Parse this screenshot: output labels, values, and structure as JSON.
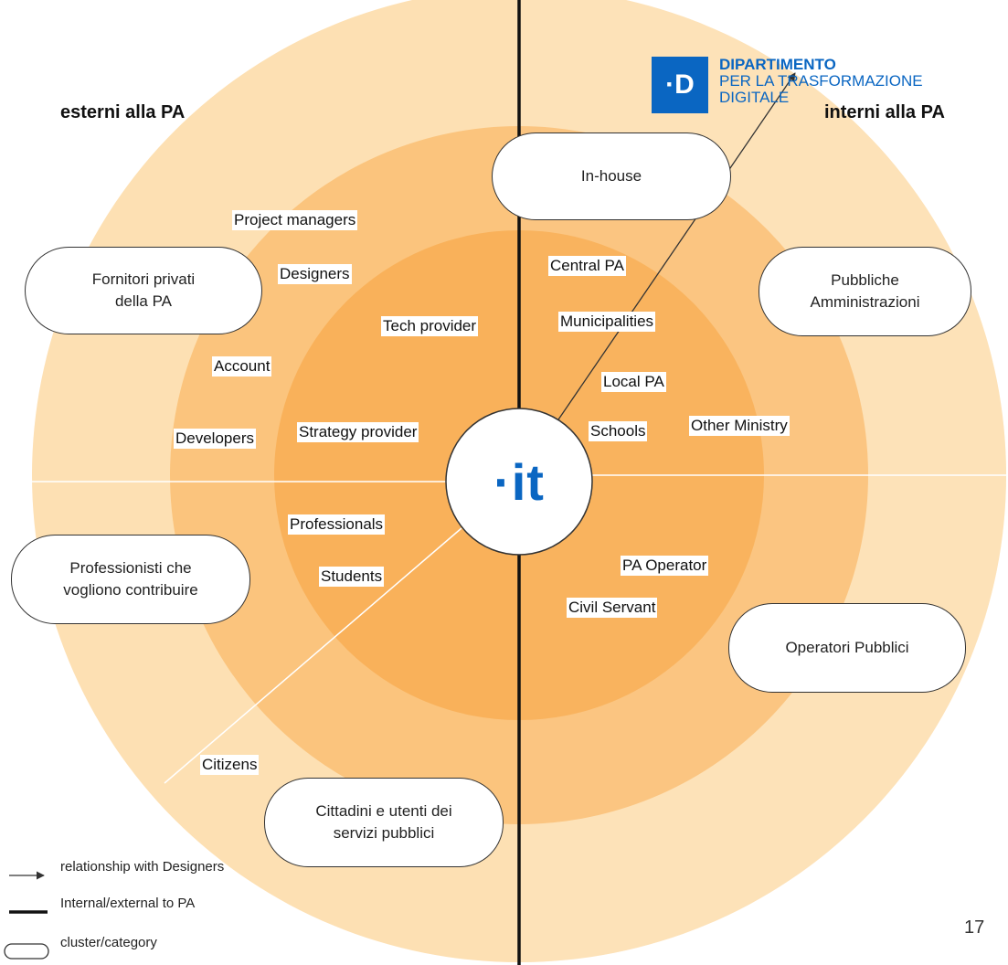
{
  "header": {
    "left_side": "esterni alla PA",
    "right_side": "interni alla  PA",
    "logo": {
      "mark": "·D",
      "line1": "DIPARTIMENTO",
      "line2": "PER LA TRASFORMAZIONE",
      "line3": "DIGITALE"
    }
  },
  "center": {
    "label": "·it",
    "color": "#0a66c2"
  },
  "colors": {
    "ring_outer": "#fde0b3",
    "ring_middle": "#fbc47d",
    "ring_inner": "#f9b15a",
    "core": "#f8a43f"
  },
  "clusters": {
    "inhouse": "In-house",
    "fornitori": "Fornitori privati\ndella PA",
    "pubbliche": "Pubbliche\nAmministrazioni",
    "professionisti": "Professionisti che\nvogliono contribuire",
    "operatori": "Operatori Pubblici",
    "cittadini": "Cittadini e utenti dei\nservizi pubblici"
  },
  "actors": {
    "project_managers": "Project managers",
    "designers": "Designers",
    "tech_provider": "Tech provider",
    "account": "Account",
    "developers": "Developers",
    "strategy_provider": "Strategy provider",
    "professionals": "Professionals",
    "students": "Students",
    "citizens": "Citizens",
    "central_pa": "Central PA",
    "municipalities": "Municipalities",
    "local_pa": "Local PA",
    "schools": "Schools",
    "other_ministry": "Other Ministry",
    "pa_operator": "PA Operator",
    "civil_servant": "Civil Servant"
  },
  "legend": {
    "arrow": "relationship with Designers",
    "line": "Internal/external to PA",
    "pill": "cluster/category"
  },
  "page_number": "17"
}
